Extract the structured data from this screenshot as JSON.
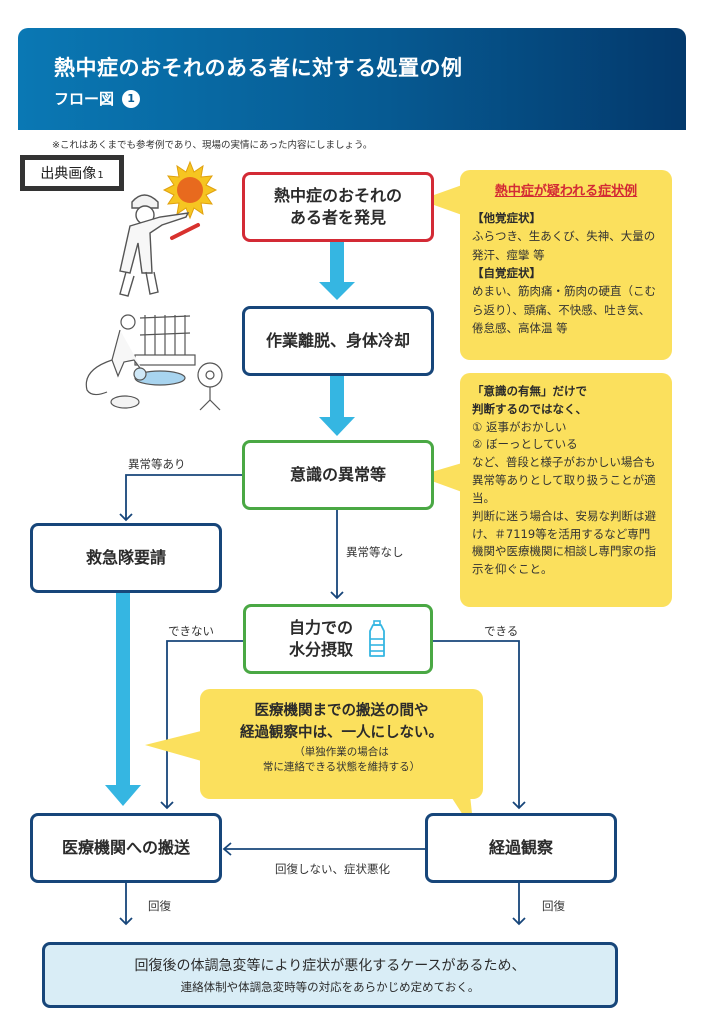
{
  "header": {
    "title": "熱中症のおそれのある者に対する処置の例",
    "subtitle": "フロー図",
    "badge": "1"
  },
  "note": "※これはあくまでも参考例であり、現場の実情にあった内容にしましょう。",
  "source_label": {
    "main": "出典画像",
    "suffix": "1"
  },
  "illustrations": [
    {
      "name": "worker-dizzy-in-sun",
      "description": "worker in helmet holding baton under sun"
    },
    {
      "name": "worker-cooling-patient",
      "description": "worker spraying water on lying patient with fan"
    }
  ],
  "flow": {
    "discover": {
      "line1": "熱中症のおそれの",
      "line2": "ある者を発見"
    },
    "cooling": {
      "label": "作業離脱、身体冷却"
    },
    "consciousness": {
      "label": "意識の異常等"
    },
    "ambulance": {
      "label": "救急隊要請"
    },
    "hydration": {
      "line1": "自力での",
      "line2": "水分摂取",
      "icon": "water-bottle-icon"
    },
    "transport": {
      "label": "医療機関への搬送"
    },
    "observe": {
      "label": "経過観察"
    }
  },
  "edges": {
    "abnormal_yes": "異常等あり",
    "abnormal_no": "異常等なし",
    "cannot": "できない",
    "can": "できる",
    "not_recovered": "回復しない、症状悪化",
    "recovered_left": "回復",
    "recovered_right": "回復"
  },
  "symptoms_bubble": {
    "title": "熱中症が疑われる症状例",
    "other_heading": "【他覚症状】",
    "other_text": "ふらつき、生あくび、失神、大量の発汗、痙攣 等",
    "self_heading": "【自覚症状】",
    "self_text": "めまい、筋肉痛・筋肉の硬直（こむら返り）、頭痛、不快感、吐き気、倦怠感、高体温 等"
  },
  "consciousness_bubble": {
    "heading1": "「意識の有無」だけで",
    "heading2": "判断するのではなく、",
    "item1": "① 返事がおかしい",
    "item2": "② ぼーっとしている",
    "text1": "など、普段と様子がおかしい場合も異常等ありとして取り扱うことが適当。",
    "text2": "判断に迷う場合は、安易な判断は避け、＃7119等を活用するなど専門機関や医療機関に相談し専門家の指示を仰ぐこと。"
  },
  "alone_bubble": {
    "line1": "医療機関までの搬送の間や",
    "line2": "経過観察中は、一人にしない。",
    "note1": "（単独作業の場合は",
    "note2": "常に連絡できる状態を維持する）"
  },
  "footer": {
    "line1": "回復後の体調急変等により症状が悪化するケースがあるため、",
    "line2": "連絡体制や体調急変時等の対応をあらかじめ定めておく。"
  },
  "colors": {
    "header_start": "#0a78b4",
    "header_end": "#04396c",
    "red_border": "#d32a35",
    "navy_border": "#17467a",
    "green_border": "#4aa844",
    "bubble_yellow": "#fbe05d",
    "arrow_blue": "#35b6e2",
    "footer_bg": "#d9edf6"
  }
}
